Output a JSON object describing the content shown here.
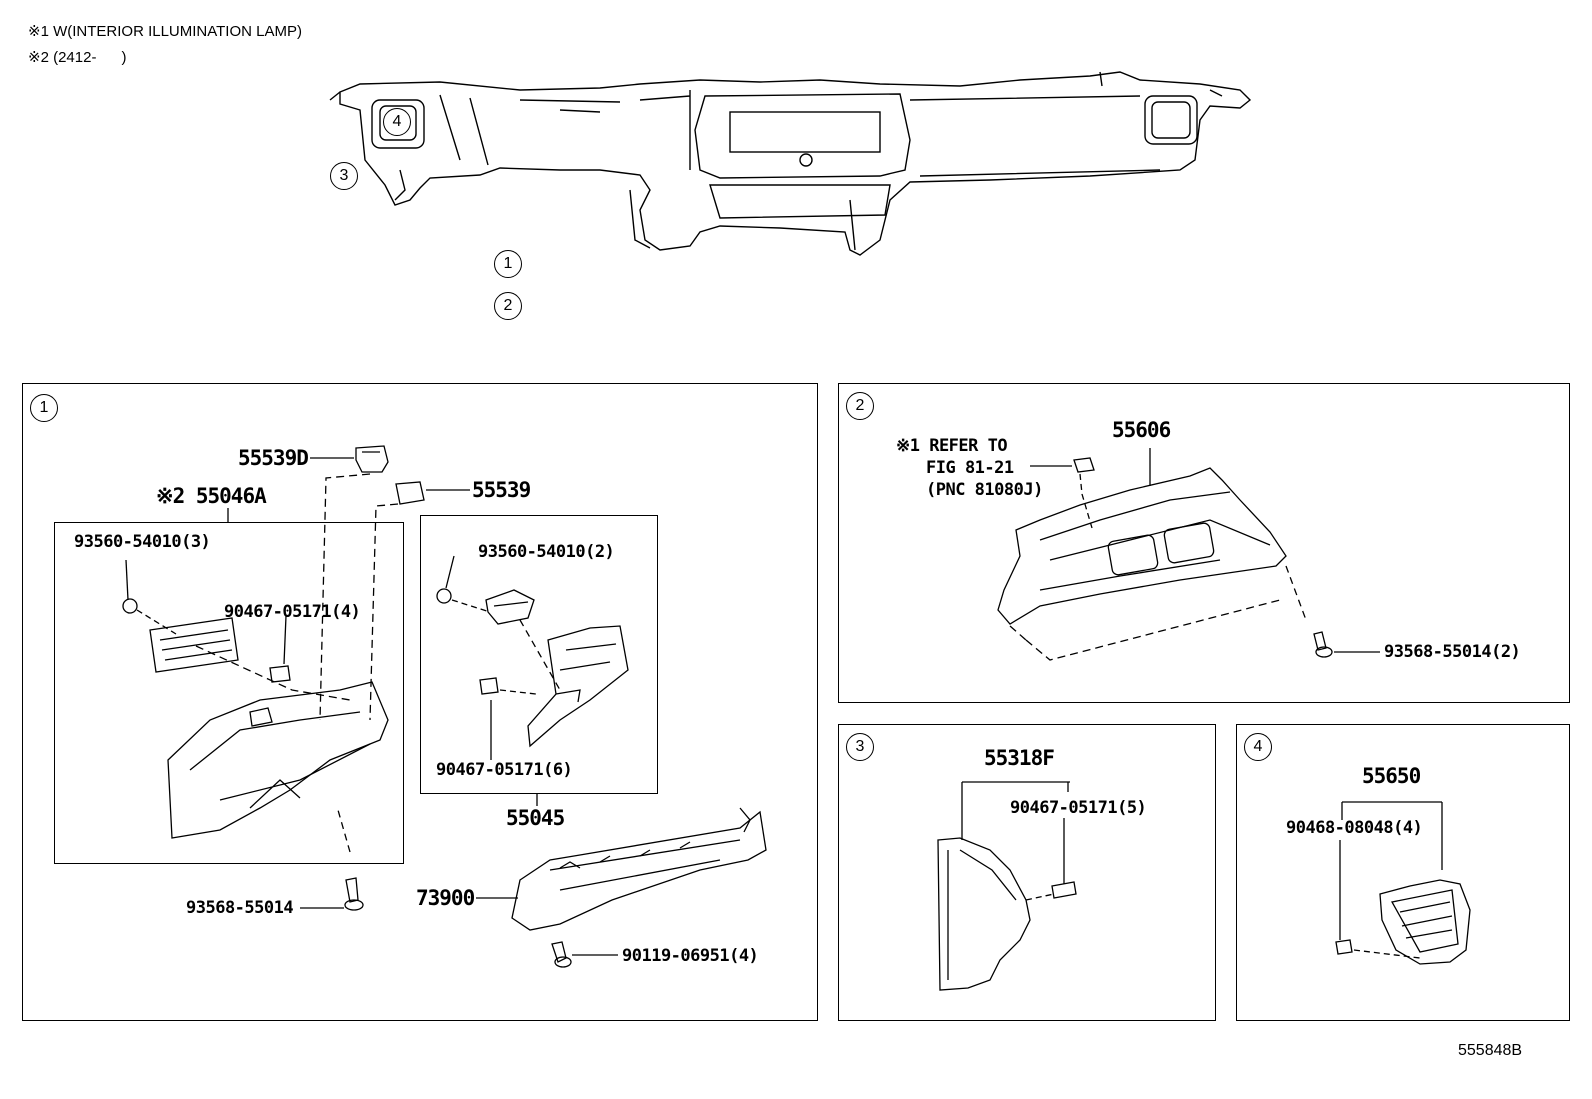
{
  "notes": {
    "note1": "※1 W(INTERIOR ILLUMINATION LAMP)",
    "note2": "※2 (2412-      )"
  },
  "callouts": {
    "c1": "1",
    "c2": "2",
    "c3": "3",
    "c4": "4"
  },
  "panel1": {
    "parts": {
      "p55539D": "55539D",
      "p55539": "55539",
      "p55046A": "※2 55046A",
      "p93560_3": "93560-54010(3)",
      "p90467_4": "90467-05171(4)",
      "p93560_2": "93560-54010(2)",
      "p90467_6": "90467-05171(6)",
      "p55045": "55045",
      "p73900": "73900",
      "p93568": "93568-55014",
      "p90119": "90119-06951(4)"
    }
  },
  "panel2": {
    "parts": {
      "p55606": "55606",
      "ref1": "※1 REFER TO",
      "ref2": "FIG 81-21",
      "ref3": "(PNC 81080J)",
      "p93568_2": "93568-55014(2)"
    }
  },
  "panel3": {
    "parts": {
      "p55318F": "55318F",
      "p90467_5": "90467-05171(5)"
    }
  },
  "panel4": {
    "parts": {
      "p55650": "55650",
      "p90468": "90468-08048(4)"
    }
  },
  "figure_ref": "555848B"
}
